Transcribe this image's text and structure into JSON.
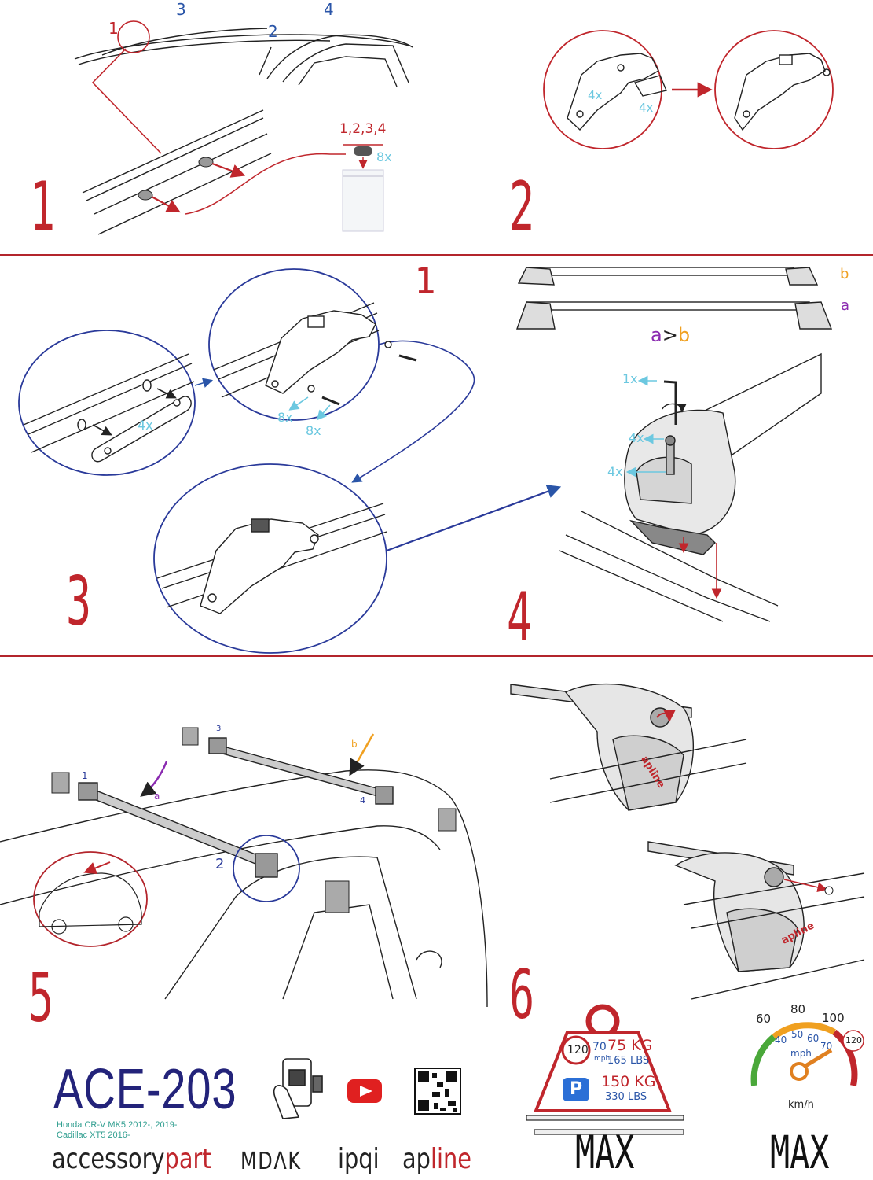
{
  "colors": {
    "red": "#c0262c",
    "blue": "#2a55a8",
    "navy": "#23237a",
    "cyan": "#6cc8e0",
    "orange": "#f0a020",
    "purple": "#8a2ab0",
    "teal": "#2f9e8f"
  },
  "steps": [
    "1",
    "2",
    "3",
    "4",
    "5",
    "6"
  ],
  "step1": {
    "rail_points": [
      "1",
      "3",
      "2",
      "4"
    ],
    "plug_label": "1,2,3,4",
    "plug_qty": "8x"
  },
  "step2": {
    "qty_left": "4x",
    "qty_right": "4x"
  },
  "step3": {
    "sub_step": "1",
    "plate_qty": "4x",
    "washer_qty": "8x",
    "bolt_qty": "8x"
  },
  "step4": {
    "bar_b": "b",
    "bar_a": "a",
    "order": {
      "a": "a",
      "gt": ">",
      "b": "b"
    },
    "key_qty": "1x",
    "bolt_qty": "4x",
    "washer_qty": "4x"
  },
  "step5": {
    "foot_labels": [
      "1",
      "2",
      "3",
      "4"
    ],
    "bar_a": "a",
    "bar_b": "b"
  },
  "step6": {
    "brand_mark": "apline"
  },
  "load": {
    "speed_limit": "120",
    "speed_alt_mph": "70",
    "speed_alt_unit": "mph",
    "dynamic_kg": "75 KG",
    "dynamic_lbs": "165 LBS",
    "parking_icon": "P",
    "static_kg": "150 KG",
    "static_lbs": "330 LBS",
    "max_label": "MAX"
  },
  "speedo": {
    "kmh_ticks": [
      "60",
      "80",
      "100"
    ],
    "mph_ticks": [
      "40",
      "50",
      "60",
      "70"
    ],
    "mph_unit": "mph",
    "kmh_unit": "km/h",
    "limit": "120",
    "max_label": "MAX"
  },
  "product": {
    "model": "ACE-203",
    "vehicles": [
      "Honda CR-V MK5 2012-, 2019-",
      "Cadillac XT5 2016-"
    ]
  },
  "brands": {
    "accessorypart_a": "accessory",
    "accessorypart_b": "part",
    "mdak": "MDΛK",
    "ipqi": "ipqi",
    "apline_a": "ap",
    "apline_b": "line"
  }
}
